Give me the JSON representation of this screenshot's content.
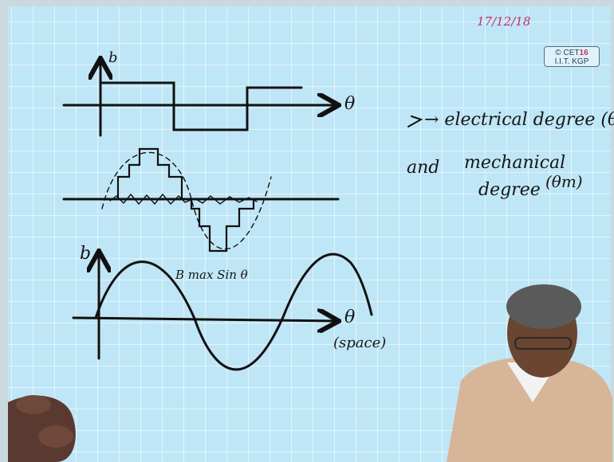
{
  "date": "17/12/18",
  "watermark": {
    "line1": "© CET",
    "line2": "I.I.T. KGP",
    "slide_number": "16"
  },
  "sketch1": {
    "y_label": "b",
    "x_label": "θ"
  },
  "sketch3": {
    "y_label": "b",
    "curve_label": "B max Sin θ",
    "x_label": "θ",
    "x_note": "(space)"
  },
  "notes": {
    "line1": "→ electrical degree (θ)",
    "line2a": "and",
    "line2b": "mechanical",
    "line3": "degree",
    "line3_sym": "(θm)"
  }
}
